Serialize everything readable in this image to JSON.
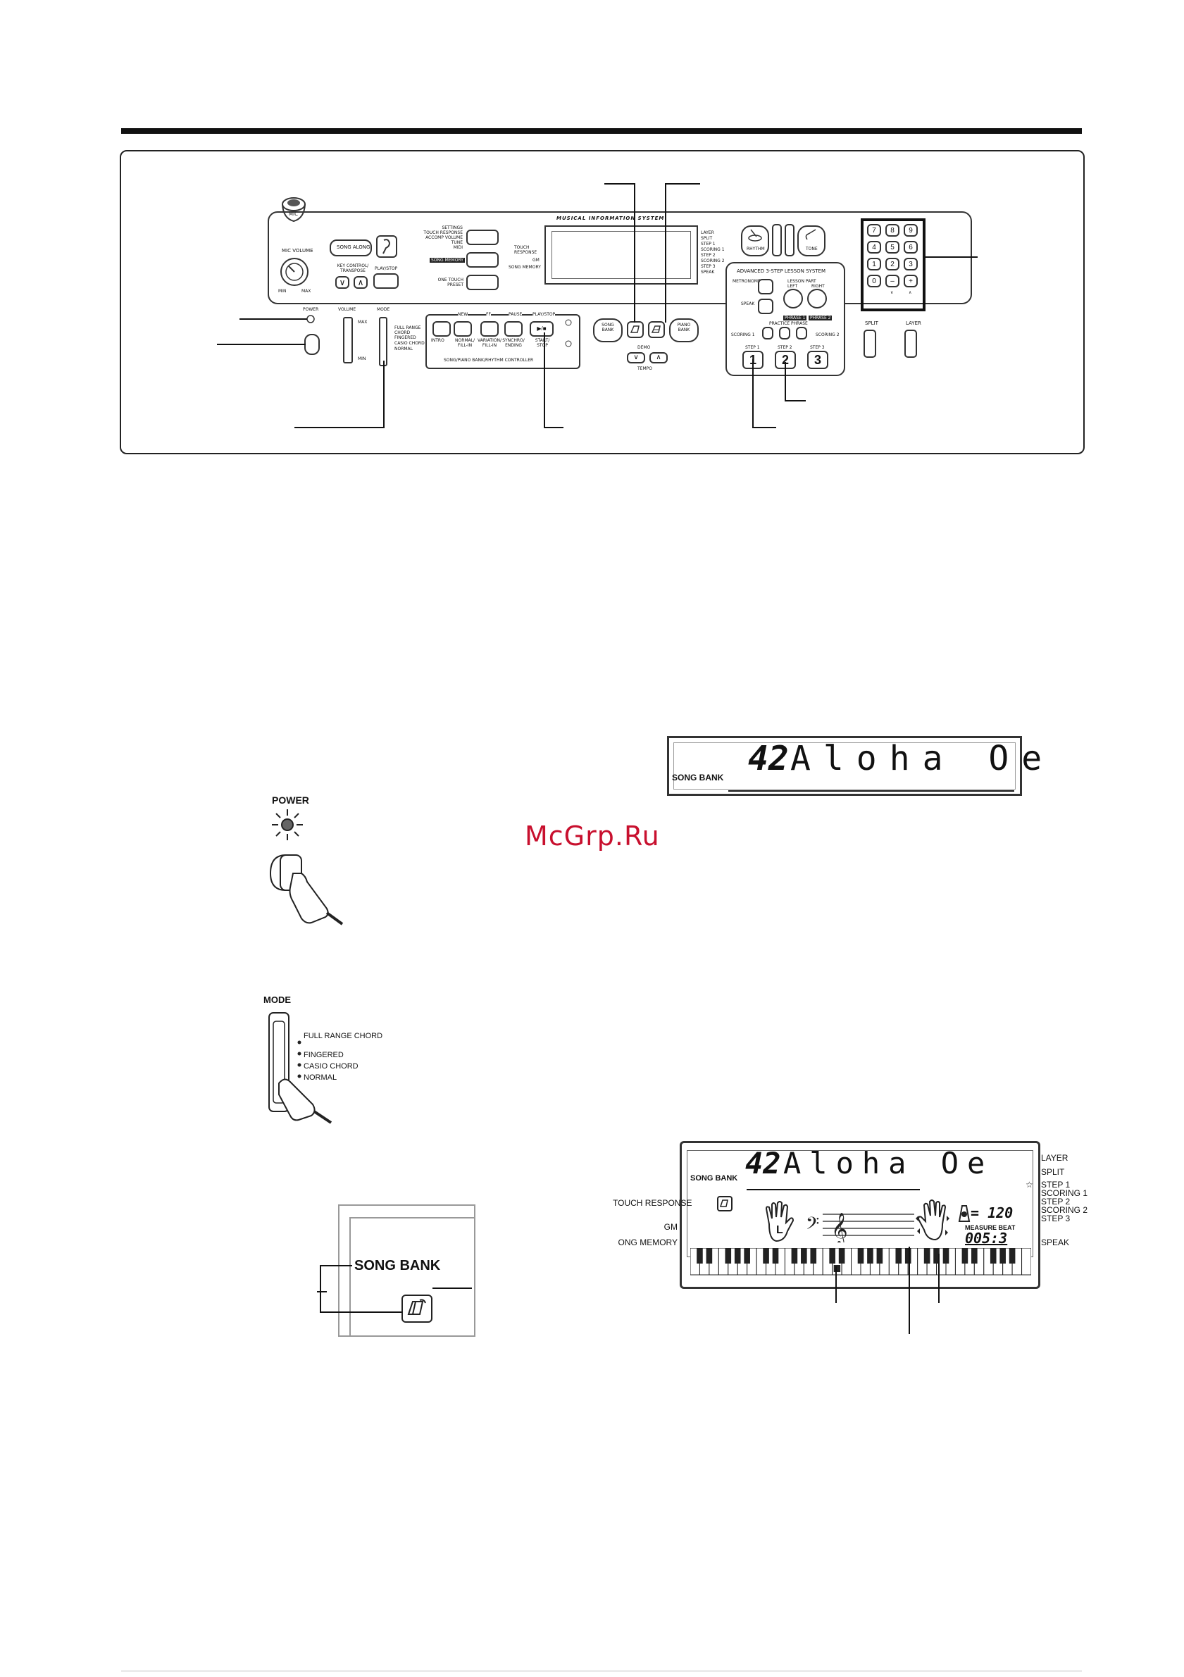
{
  "panel": {
    "brand_text": "MUSICAL INFORMATION SYSTEM",
    "mic_label": "MIC",
    "mic_volume_label": "MIC VOLUME",
    "mic_min": "MIN",
    "mic_max": "MAX",
    "song_along_label": "SONG ALONG",
    "key_control_label": "KEY CONTROL/ TRANSPOSE",
    "play_stop_top": "PLAY/STOP",
    "settings_lines": [
      "SETTINGS",
      "TOUCH RESPONSE",
      "ACCOMP VOLUME",
      "TUNE",
      "MIDI"
    ],
    "song_memory_label": "SONG MEMORY",
    "one_touch_preset": "ONE TOUCH PRESET",
    "display_left_labels": [
      "TOUCH RESPONSE",
      "GM",
      "SONG MEMORY"
    ],
    "display_right_labels": [
      "LAYER",
      "SPLIT",
      "STEP 1",
      "SCORING 1",
      "STEP 2",
      "SCORING 2",
      "STEP 3",
      "SPEAK"
    ],
    "rhythm_label": "RHYTHM",
    "tone_label": "TONE",
    "number_keys": [
      "7",
      "8",
      "9",
      "4",
      "5",
      "6",
      "1",
      "2",
      "3",
      "0",
      "–",
      "+"
    ],
    "arrow_labels": [
      "∨",
      "∧"
    ],
    "power_label": "POWER",
    "volume_label": "VOLUME",
    "volume_max": "MAX",
    "volume_min": "MIN",
    "mode_label": "MODE",
    "mode_options": [
      "FULL RANGE CHORD",
      "FINGERED",
      "CASIO CHORD",
      "NORMAL"
    ],
    "controller_top": [
      "NEW",
      "FF",
      "PAUSE",
      "PLAY/STOP"
    ],
    "controller_bottom": [
      "INTRO",
      "NORMAL/ FILL-IN",
      "VARIATION/ FILL-IN",
      "SYNCHRO/ ENDING",
      "START/ STOP"
    ],
    "controller_title": "SONG/PIANO BANK/RHYTHM CONTROLLER",
    "song_bank_btn": "SONG BANK",
    "piano_bank_btn": "PIANO BANK",
    "demo_label": "DEMO",
    "tempo_label": "TEMPO",
    "lesson_title": "ADVANCED 3-STEP LESSON SYSTEM",
    "metronome_label": "METRONOME",
    "lesson_part_label": "LESSON PART",
    "left_label": "LEFT",
    "right_label": "RIGHT",
    "speak_label": "SPEAK",
    "phrase_labels": [
      "PHRASE 1",
      "PHRASE 2"
    ],
    "practice_phrase": "PRACTICE PHRASE",
    "scoring_1": "SCORING 1",
    "scoring_2": "SCORING 2",
    "step_labels": [
      "STEP 1",
      "STEP 2",
      "STEP 3"
    ],
    "step_numbers": [
      "1",
      "2",
      "3"
    ],
    "split_label": "SPLIT",
    "layer_label": "LAYER"
  },
  "watermark": "McGrp.Ru",
  "lcd_strip": {
    "label": "SONG BANK",
    "number": "42",
    "song_name": "Aloha Oe"
  },
  "power_illustration": {
    "label": "POWER"
  },
  "mode_illustration": {
    "label": "MODE",
    "options": [
      "FULL RANGE CHORD",
      "FINGERED",
      "CASIO CHORD",
      "NORMAL"
    ]
  },
  "songbank_closeup": {
    "label": "SONG BANK"
  },
  "big_lcd": {
    "label": "SONG BANK",
    "number": "42",
    "song_name": "Aloha Oe",
    "left_hand_letter": "L",
    "tempo_value": "= 120",
    "measure_beat_label": "MEASURE BEAT",
    "measure_beat_value": "005:3",
    "left_labels": [
      "TOUCH RESPONSE",
      "GM",
      "ONG MEMORY"
    ],
    "right_labels": [
      "LAYER",
      "SPLIT",
      "STEP 1",
      "SCORING 1",
      "STEP 2",
      "SCORING 2",
      "STEP 3",
      "SPEAK"
    ],
    "star": "☆"
  },
  "colors": {
    "watermark": "#c8102e",
    "ink": "#111111"
  }
}
